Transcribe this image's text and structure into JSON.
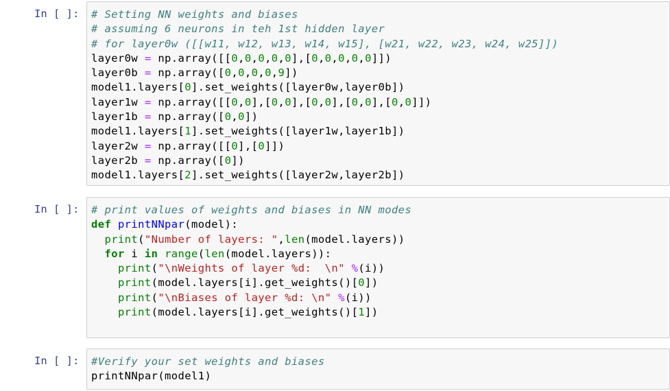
{
  "cells": [
    {
      "prompt": "In [ ]:",
      "lines": [
        [
          [
            "c",
            "# Setting NN weights and biases"
          ]
        ],
        [
          [
            "c",
            "# assuming 6 neurons in teh 1st hidden layer"
          ]
        ],
        [
          [
            "c",
            "# for layer0w ([[w11, w12, w13, w14, w15], [w21, w22, w23, w24, w25]])"
          ]
        ],
        [
          [
            "t",
            "layer0w "
          ],
          [
            "o",
            "="
          ],
          [
            "t",
            " np.array([["
          ],
          [
            "n",
            "0"
          ],
          [
            "t",
            ","
          ],
          [
            "n",
            "0"
          ],
          [
            "t",
            ","
          ],
          [
            "n",
            "0"
          ],
          [
            "t",
            ","
          ],
          [
            "n",
            "0"
          ],
          [
            "t",
            ","
          ],
          [
            "n",
            "0"
          ],
          [
            "t",
            "],["
          ],
          [
            "n",
            "0"
          ],
          [
            "t",
            ","
          ],
          [
            "n",
            "0"
          ],
          [
            "t",
            ","
          ],
          [
            "n",
            "0"
          ],
          [
            "t",
            ","
          ],
          [
            "n",
            "0"
          ],
          [
            "t",
            ","
          ],
          [
            "n",
            "0"
          ],
          [
            "t",
            "]])"
          ]
        ],
        [
          [
            "t",
            "layer0b "
          ],
          [
            "o",
            "="
          ],
          [
            "t",
            " np.array(["
          ],
          [
            "n",
            "0"
          ],
          [
            "t",
            ","
          ],
          [
            "n",
            "0"
          ],
          [
            "t",
            ","
          ],
          [
            "n",
            "0"
          ],
          [
            "t",
            ","
          ],
          [
            "n",
            "0"
          ],
          [
            "t",
            ","
          ],
          [
            "n",
            "9"
          ],
          [
            "t",
            "])"
          ]
        ],
        [
          [
            "t",
            "model1.layers["
          ],
          [
            "n",
            "0"
          ],
          [
            "t",
            "].set_weights([layer0w,layer0b])"
          ]
        ],
        [
          [
            "t",
            "layer1w "
          ],
          [
            "o",
            "="
          ],
          [
            "t",
            " np.array([["
          ],
          [
            "n",
            "0"
          ],
          [
            "t",
            ","
          ],
          [
            "n",
            "0"
          ],
          [
            "t",
            "],["
          ],
          [
            "n",
            "0"
          ],
          [
            "t",
            ","
          ],
          [
            "n",
            "0"
          ],
          [
            "t",
            "],["
          ],
          [
            "n",
            "0"
          ],
          [
            "t",
            ","
          ],
          [
            "n",
            "0"
          ],
          [
            "t",
            "],["
          ],
          [
            "n",
            "0"
          ],
          [
            "t",
            ","
          ],
          [
            "n",
            "0"
          ],
          [
            "t",
            "],["
          ],
          [
            "n",
            "0"
          ],
          [
            "t",
            ","
          ],
          [
            "n",
            "0"
          ],
          [
            "t",
            "]])"
          ]
        ],
        [
          [
            "t",
            "layer1b "
          ],
          [
            "o",
            "="
          ],
          [
            "t",
            " np.array(["
          ],
          [
            "n",
            "0"
          ],
          [
            "t",
            ","
          ],
          [
            "n",
            "0"
          ],
          [
            "t",
            "])"
          ]
        ],
        [
          [
            "t",
            "model1.layers["
          ],
          [
            "n",
            "1"
          ],
          [
            "t",
            "].set_weights([layer1w,layer1b])"
          ]
        ],
        [
          [
            "t",
            "layer2w "
          ],
          [
            "o",
            "="
          ],
          [
            "t",
            " np.array([["
          ],
          [
            "n",
            "0"
          ],
          [
            "t",
            "],["
          ],
          [
            "n",
            "0"
          ],
          [
            "t",
            "]])"
          ]
        ],
        [
          [
            "t",
            "layer2b "
          ],
          [
            "o",
            "="
          ],
          [
            "t",
            " np.array(["
          ],
          [
            "n",
            "0"
          ],
          [
            "t",
            "])"
          ]
        ],
        [
          [
            "t",
            "model1.layers["
          ],
          [
            "n",
            "2"
          ],
          [
            "t",
            "].set_weights([layer2w,layer2b])"
          ]
        ]
      ]
    },
    {
      "prompt": "In [ ]:",
      "lines": [
        [
          [
            "c",
            "# print values of weights and biases in NN modes"
          ]
        ],
        [
          [
            "k",
            "def"
          ],
          [
            "t",
            " "
          ],
          [
            "f",
            "printNNpar"
          ],
          [
            "t",
            "(model):"
          ]
        ],
        [
          [
            "t",
            "  "
          ],
          [
            "b",
            "print"
          ],
          [
            "t",
            "("
          ],
          [
            "s",
            "\"Number of layers: \""
          ],
          [
            "t",
            ","
          ],
          [
            "b",
            "len"
          ],
          [
            "t",
            "(model.layers))"
          ]
        ],
        [
          [
            "t",
            "  "
          ],
          [
            "k",
            "for"
          ],
          [
            "t",
            " i "
          ],
          [
            "k",
            "in"
          ],
          [
            "t",
            " "
          ],
          [
            "b",
            "range"
          ],
          [
            "t",
            "("
          ],
          [
            "b",
            "len"
          ],
          [
            "t",
            "(model.layers)):"
          ]
        ],
        [
          [
            "t",
            "    "
          ],
          [
            "b",
            "print"
          ],
          [
            "t",
            "("
          ],
          [
            "s",
            "\"\\nWeights of layer %d:  \\n\""
          ],
          [
            "t",
            " "
          ],
          [
            "o",
            "%"
          ],
          [
            "t",
            "(i))"
          ]
        ],
        [
          [
            "t",
            "    "
          ],
          [
            "b",
            "print"
          ],
          [
            "t",
            "(model.layers[i].get_weights()["
          ],
          [
            "n",
            "0"
          ],
          [
            "t",
            "])"
          ]
        ],
        [
          [
            "t",
            "    "
          ],
          [
            "b",
            "print"
          ],
          [
            "t",
            "("
          ],
          [
            "s",
            "\"\\nBiases of layer %d: \\n\""
          ],
          [
            "t",
            " "
          ],
          [
            "o",
            "%"
          ],
          [
            "t",
            "(i))"
          ]
        ],
        [
          [
            "t",
            "    "
          ],
          [
            "b",
            "print"
          ],
          [
            "t",
            "(model.layers[i].get_weights()["
          ],
          [
            "n",
            "1"
          ],
          [
            "t",
            "])"
          ]
        ],
        [
          [
            "t",
            ""
          ]
        ]
      ]
    },
    {
      "prompt": "In [ ]:",
      "lines": [
        [
          [
            "c",
            "#Verify your set weights and biases"
          ]
        ],
        [
          [
            "t",
            "printNNpar(model1)"
          ]
        ]
      ]
    }
  ]
}
